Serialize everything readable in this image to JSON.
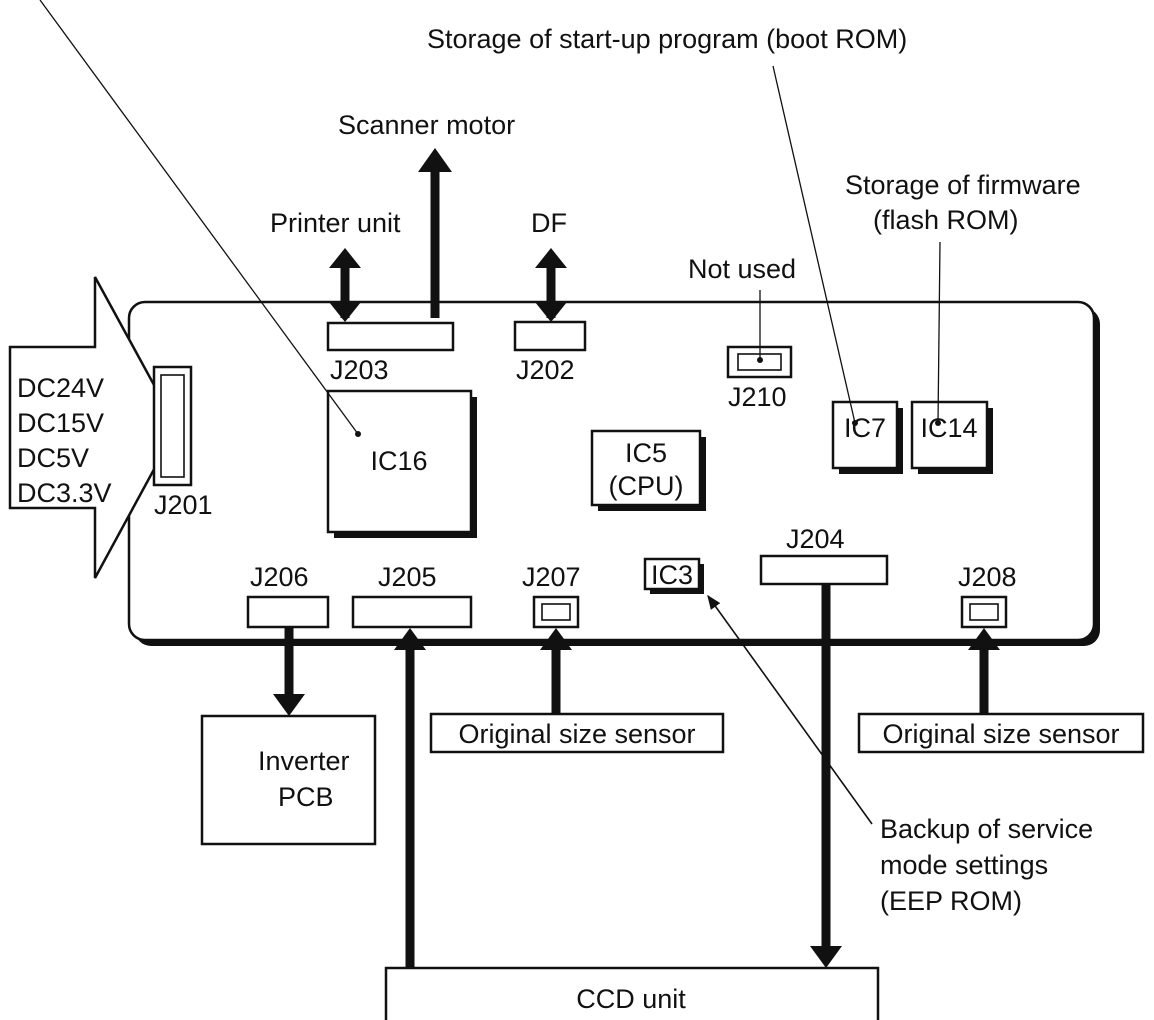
{
  "labels": {
    "boot_rom": "Storage of start-up program (boot ROM)",
    "scanner_motor": "Scanner motor",
    "firmware_line1": "Storage of firmware",
    "firmware_line2": "(flash ROM)",
    "printer_unit": "Printer unit",
    "df": "DF",
    "not_used": "Not used",
    "backup_line1": "Backup of service",
    "backup_line2": "mode settings",
    "backup_line3": "(EEP ROM)"
  },
  "power": [
    "DC24V",
    "DC15V",
    "DC5V",
    "DC3.3V"
  ],
  "connectors": {
    "j201": "J201",
    "j202": "J202",
    "j203": "J203",
    "j204": "J204",
    "j205": "J205",
    "j206": "J206",
    "j207": "J207",
    "j208": "J208",
    "j210": "J210"
  },
  "chips": {
    "ic16": "IC16",
    "ic5_line1": "IC5",
    "ic5_line2": "(CPU)",
    "ic3": "IC3",
    "ic7": "IC7",
    "ic14": "IC14"
  },
  "external": {
    "inverter_line1": "Inverter",
    "inverter_line2": "PCB",
    "sensor_left": "Original size sensor",
    "sensor_right": "Original size sensor",
    "ccd": "CCD unit"
  }
}
